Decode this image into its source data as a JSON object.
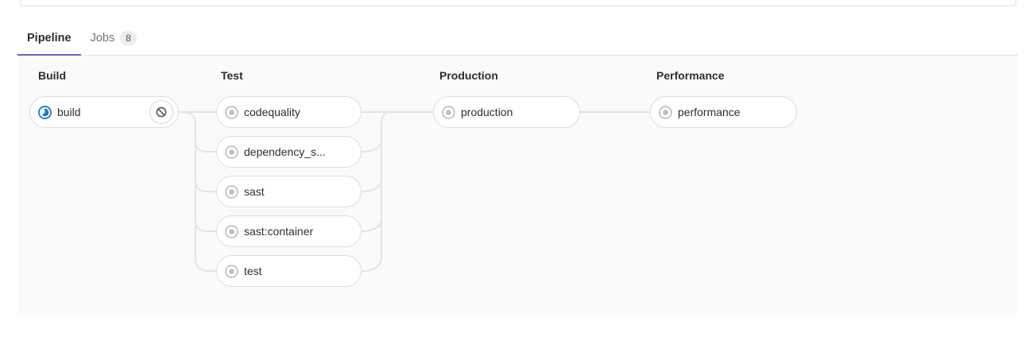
{
  "tabs": {
    "pipeline": {
      "label": "Pipeline"
    },
    "jobs": {
      "label": "Jobs",
      "count": "8"
    }
  },
  "stages": [
    {
      "name": "Build",
      "jobs": [
        {
          "label": "build",
          "status": "running",
          "status_icon": "running-spinner-icon",
          "action": "cancel",
          "action_icon": "ban-icon"
        }
      ]
    },
    {
      "name": "Test",
      "jobs": [
        {
          "label": "codequality",
          "status": "created",
          "status_icon": "created-dot-icon"
        },
        {
          "label": "dependency_s...",
          "status": "created",
          "status_icon": "created-dot-icon"
        },
        {
          "label": "sast",
          "status": "created",
          "status_icon": "created-dot-icon"
        },
        {
          "label": "sast:container",
          "status": "created",
          "status_icon": "created-dot-icon"
        },
        {
          "label": "test",
          "status": "created",
          "status_icon": "created-dot-icon"
        }
      ]
    },
    {
      "name": "Production",
      "jobs": [
        {
          "label": "production",
          "status": "created",
          "status_icon": "created-dot-icon"
        }
      ]
    },
    {
      "name": "Performance",
      "jobs": [
        {
          "label": "performance",
          "status": "created",
          "status_icon": "created-dot-icon"
        }
      ]
    }
  ],
  "colors": {
    "active_tab_underline": "#6666c4",
    "running_status_blue": "#1f78d1",
    "created_status_gray": "#c0c0c0",
    "connector_line": "#e3e3e3",
    "graph_background": "#fafafa",
    "pill_border": "#dcdcdc"
  }
}
